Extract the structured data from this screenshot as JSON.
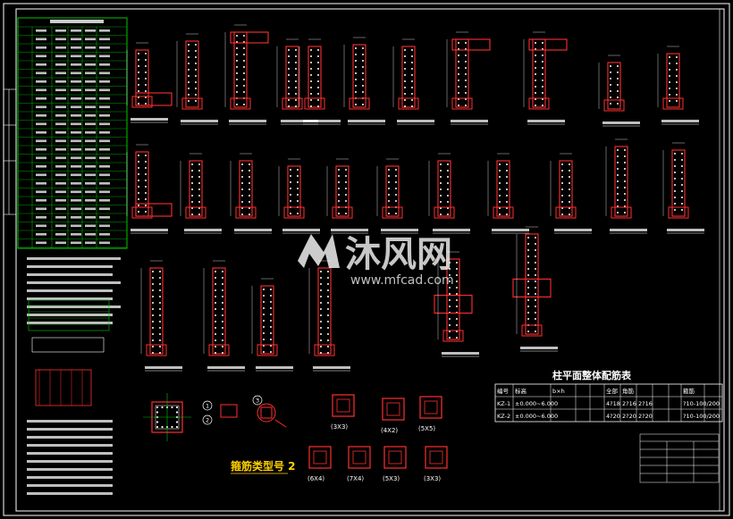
{
  "drawing": {
    "table_title": "柱平面整体配筋表",
    "table_headers": [
      "编号",
      "标高",
      "b×h",
      "",
      "",
      "全部",
      "角筋",
      "",
      "",
      "",
      "箍筋",
      ""
    ],
    "table_rows": [
      [
        "KZ-1",
        "±0.000~6.000",
        "",
        "",
        "",
        "4?18",
        "2?16",
        "2?16",
        "",
        "",
        "?10-100/200",
        ""
      ],
      [
        "KZ-2",
        "±0.000~6.000",
        "",
        "",
        "",
        "4?20",
        "2?20",
        "2?20",
        "",
        "",
        "?10-100/200",
        ""
      ]
    ],
    "stirrup_label": "箍筋类型号 2",
    "stirrup_types": [
      "(3X3)",
      "(4X2)",
      "(5X5)",
      "(6X4)",
      "(7X4)",
      "(5X3)",
      "(3X3)"
    ],
    "circle_markers": [
      "1",
      "2",
      "3"
    ]
  },
  "watermark": {
    "brand": "沐风网",
    "url": "www.mfcad.com"
  },
  "colors": {
    "background": "#000000",
    "frame": "#ffffff",
    "green": "#00c800",
    "rebar": "#ff3030",
    "dim": "#ffffff",
    "accent": "#ffd000"
  }
}
